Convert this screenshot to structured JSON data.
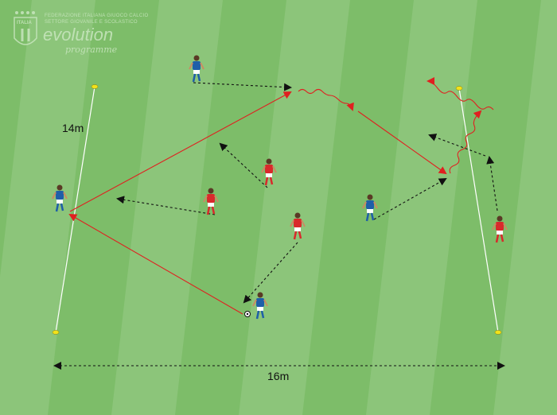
{
  "logo": {
    "crest_text": "ITALIA",
    "federation_line1": "FEDERAZIONE ITALIANA GIUOCO CALCIO",
    "federation_line2": "SETTORE GIOVANILE E SCOLASTICO",
    "title": "evolution",
    "subtitle": "programme"
  },
  "measurements": {
    "width_label": "16m",
    "height_label": "14m"
  },
  "colors": {
    "light_stripe": "#8cc57a",
    "dark_stripe": "#7dbd69",
    "blue_team": "#1f5fa8",
    "red_team": "#d9292b",
    "pass_line": "#e02020",
    "movement": "#111111",
    "cone": "#f2e21a"
  }
}
